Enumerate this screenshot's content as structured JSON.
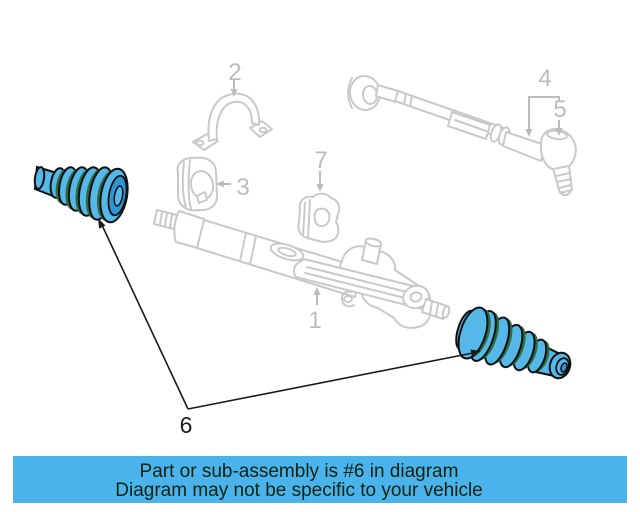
{
  "diagram": {
    "callouts": {
      "c1": "1",
      "c2": "2",
      "c3": "3",
      "c4": "4",
      "c5": "5",
      "c6": "6",
      "c7": "7"
    },
    "highlighted_callout": "6",
    "colors": {
      "background": "#ffffff",
      "line_art_gray": "#c9c9c9",
      "callout_gray": "#bcbcbc",
      "callout_black": "#1a1a1a",
      "leader_line_black": "#1a1a1a",
      "highlight_fill": "#56b7e9",
      "highlight_outline": "#111111",
      "highlight_shadow_green": "#2e6b43",
      "boot_opening_fill": "#2f94cf"
    }
  },
  "caption": {
    "line1": "Part or sub-assembly is #6 in diagram",
    "line2": "Diagram may not be specific to your vehicle",
    "background": "#4ab3ec",
    "text_color": "#0e230e"
  }
}
